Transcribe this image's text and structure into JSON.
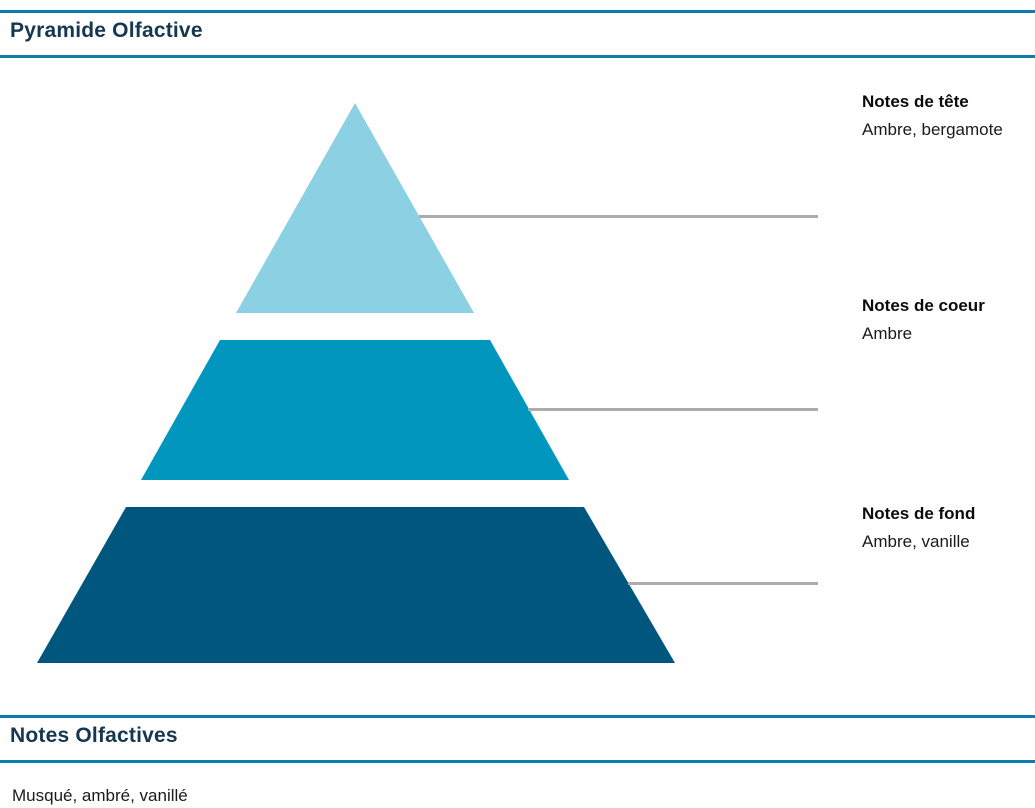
{
  "sections": {
    "pyramid": {
      "title": "Pyramide Olfactive",
      "layers": [
        {
          "name": "top",
          "label": "Notes de tête",
          "notes": "Ambre, bergamote",
          "color": "#8CD0E3"
        },
        {
          "name": "heart",
          "label": "Notes de coeur",
          "notes": "Ambre",
          "color": "#0096BD"
        },
        {
          "name": "base",
          "label": "Notes de fond",
          "notes": "Ambre, vanille",
          "color": "#00567D"
        }
      ]
    },
    "olfactory_notes": {
      "title": "Notes Olfactives",
      "content": "Musqué, ambré, vanillé"
    }
  },
  "colors": {
    "section_rule": "#0E7DAC",
    "section_heading": "#15374F",
    "connector_line": "#ACACAC"
  }
}
